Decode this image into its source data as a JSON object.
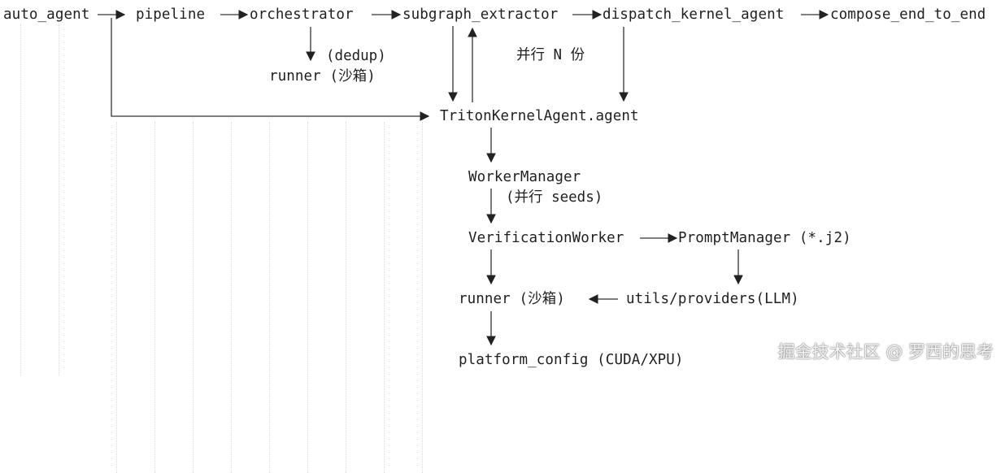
{
  "nodes": {
    "auto_agent": "auto_agent",
    "pipeline": "pipeline",
    "orchestrator": "orchestrator",
    "subgraph_extractor": "subgraph_extractor",
    "dispatch_kernel_agent": "dispatch_kernel_agent",
    "compose_end_to_end": "compose_end_to_end",
    "runner_top": "runner (沙箱)",
    "triton_kernel_agent": "TritonKernelAgent.agent",
    "worker_manager": "WorkerManager",
    "verification_worker": "VerificationWorker",
    "prompt_manager": "PromptManager (*.j2)",
    "runner_bottom": "runner (沙箱)",
    "utils_providers": "utils/providers(LLM)",
    "platform_config": "platform_config (CUDA/XPU)"
  },
  "annotations": {
    "dedup": "(dedup)",
    "parallel_n": "并行 N 份",
    "parallel_seeds": "(并行 seeds)"
  },
  "watermark": "掘金技术社区 @ 罗西的思考"
}
